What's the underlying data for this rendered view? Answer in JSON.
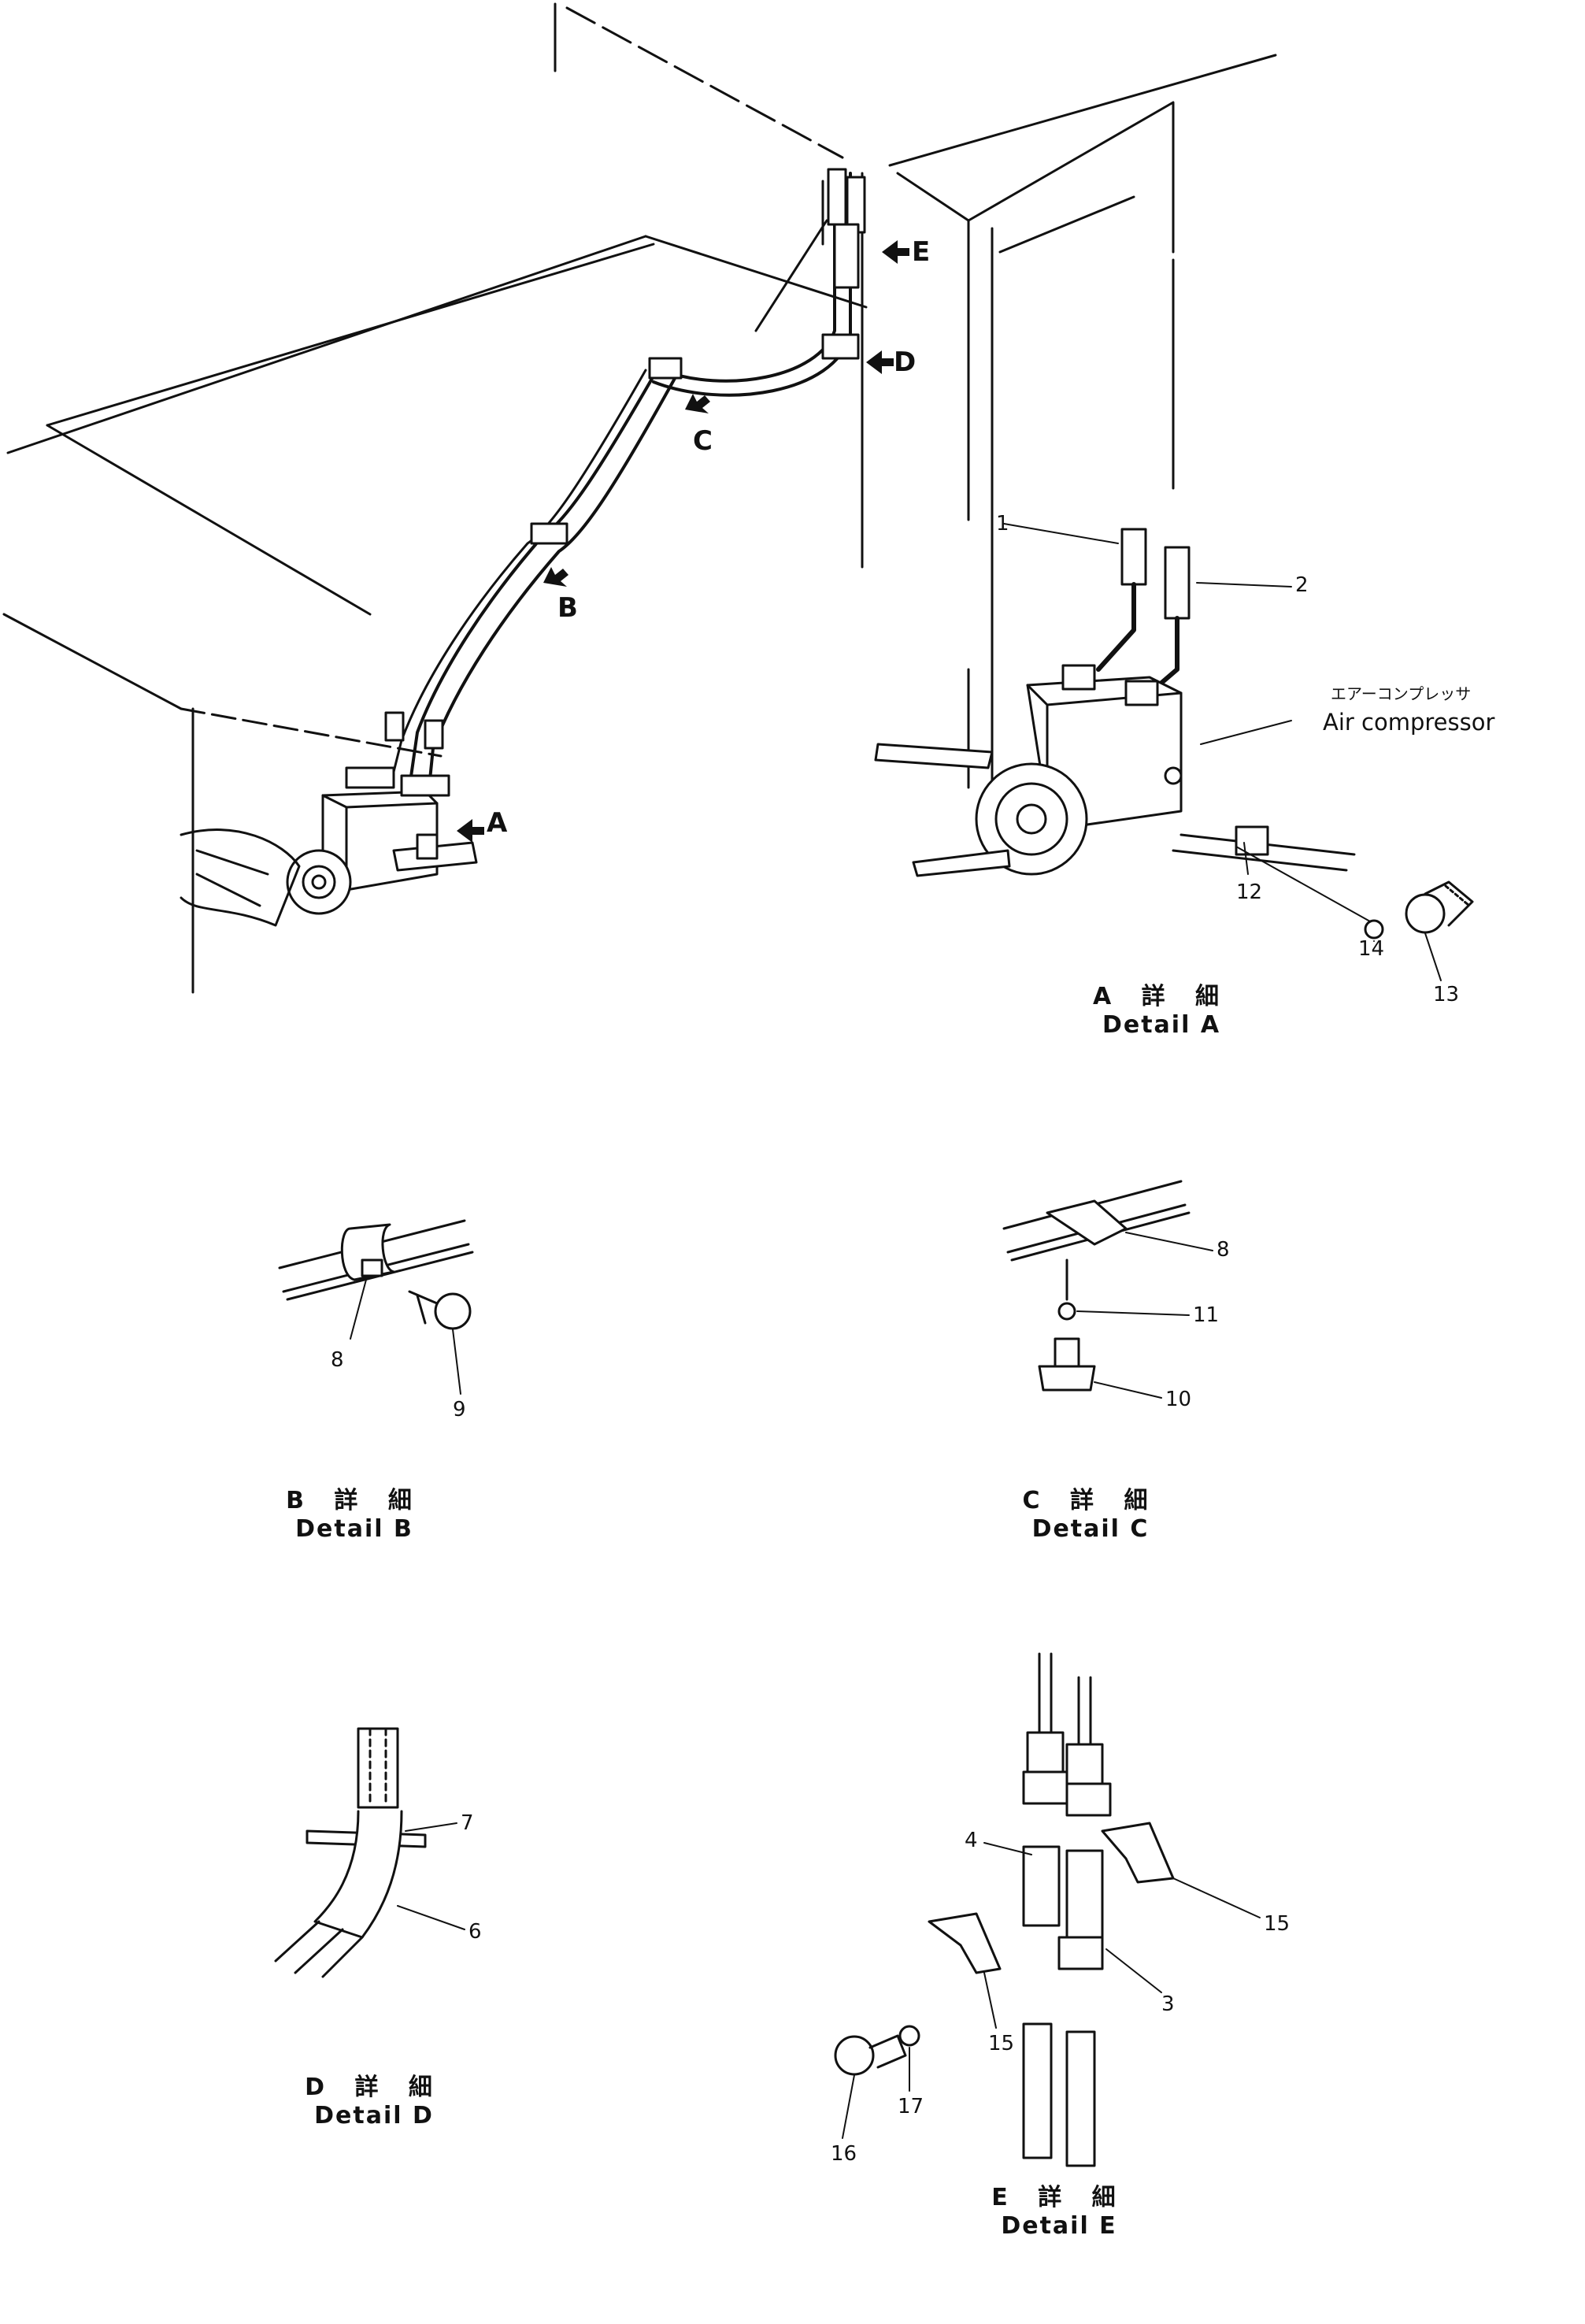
{
  "callouts": {
    "air_compressor_jp": "エアーコンプレッサ",
    "air_compressor_en": "Air compressor"
  },
  "arrows": {
    "a": "A",
    "b": "B",
    "c": "C",
    "d": "D",
    "e": "E"
  },
  "details": {
    "a": {
      "jp": "A 詳 細",
      "en": "Detail  A"
    },
    "b": {
      "jp": "B 詳 細",
      "en": "Detail  B"
    },
    "c": {
      "jp": "C 詳 細",
      "en": "Detail  C"
    },
    "d": {
      "jp": "D 詳 細",
      "en": "Detail  D"
    },
    "e": {
      "jp": "E 詳 細",
      "en": "Detail  E"
    }
  },
  "part_numbers": {
    "p1": "1",
    "p2": "2",
    "p3": "3",
    "p4": "4",
    "p6": "6",
    "p7": "7",
    "p8_b": "8",
    "p8_c": "8",
    "p9": "9",
    "p10": "10",
    "p11": "11",
    "p12": "12",
    "p13": "13",
    "p14": "14",
    "p15_a": "15",
    "p15_b": "15",
    "p16": "16",
    "p17": "17"
  },
  "colors": {
    "ink": "#111111",
    "paper": "#ffffff"
  }
}
